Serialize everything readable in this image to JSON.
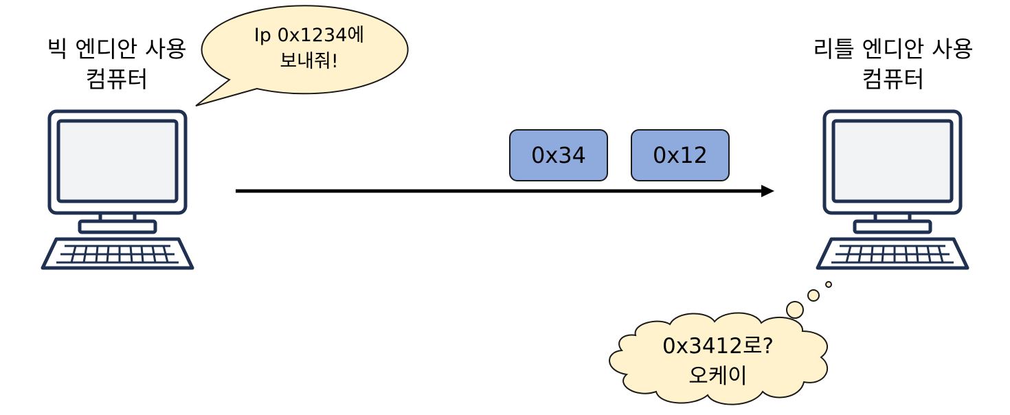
{
  "left_computer": {
    "label_line1": "빅 엔디안 사용",
    "label_line2": "컴퓨터"
  },
  "right_computer": {
    "label_line1": "리틀 엔디안 사용",
    "label_line2": "컴퓨터"
  },
  "speech_bubble": {
    "line1": "Ip 0x1234에",
    "line2": "보내줘!"
  },
  "thought_bubble": {
    "line1": "0x3412로?",
    "line2": "오케이"
  },
  "packets": [
    {
      "label": "0x34"
    },
    {
      "label": "0x12"
    }
  ],
  "colors": {
    "computer_stroke": "#1f3050",
    "screen_fill": "#f2f3f5",
    "bubble_fill": "#fff2cc",
    "packet_fill": "#8faadc",
    "arrow": "#000000"
  }
}
